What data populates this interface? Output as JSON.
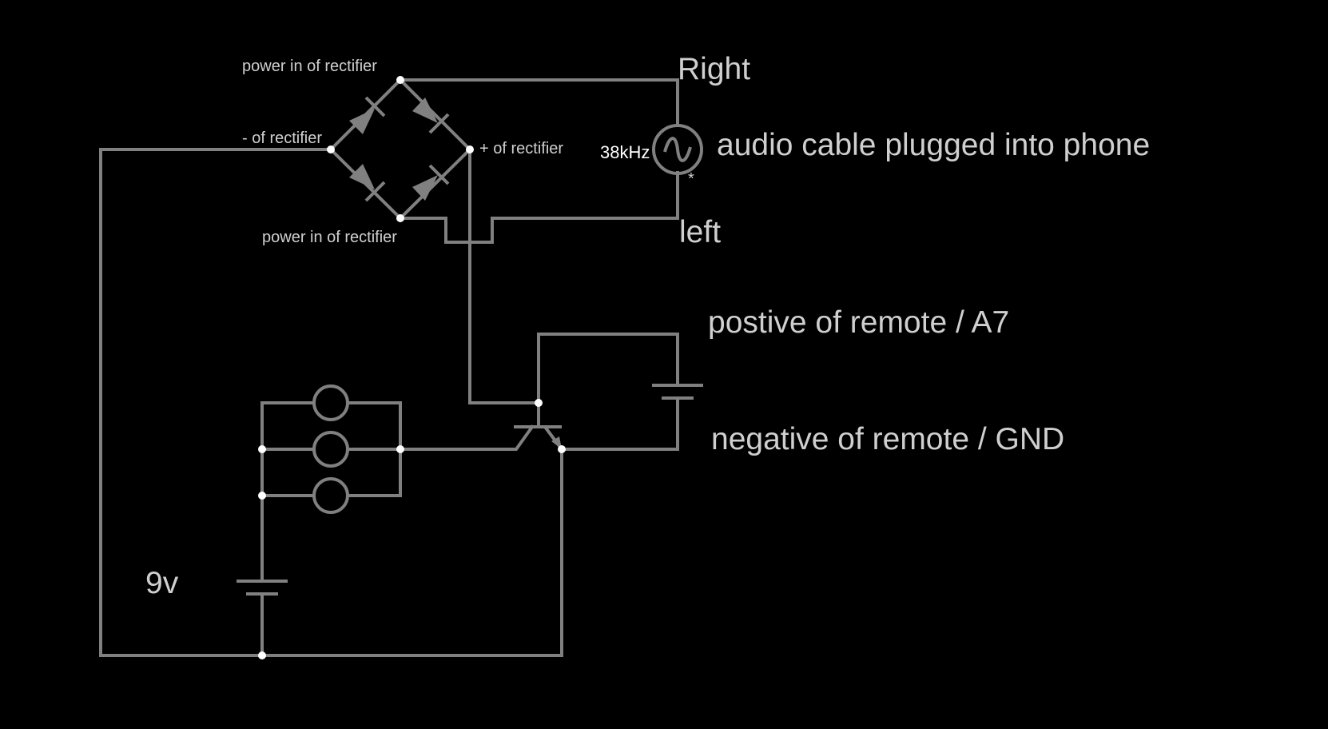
{
  "diagram": {
    "colors": {
      "background": "#000000",
      "wire": "#808080",
      "node": "#ffffff",
      "label": "#cfcfcf"
    },
    "labels": {
      "rectifier_power_in_top": "power in of rectifier",
      "rectifier_negative": "- of rectifier",
      "rectifier_positive": "+ of rectifier",
      "rectifier_power_in_bottom": "power in of rectifier",
      "source_right": "Right",
      "source_left": "left",
      "source_frequency": "38kHz",
      "source_polarity_mark": "*",
      "audio_cable": "audio cable plugged into phone",
      "remote_positive": "postive of remote / A7",
      "remote_negative": "negative of remote / GND",
      "battery_voltage": "9v"
    }
  }
}
